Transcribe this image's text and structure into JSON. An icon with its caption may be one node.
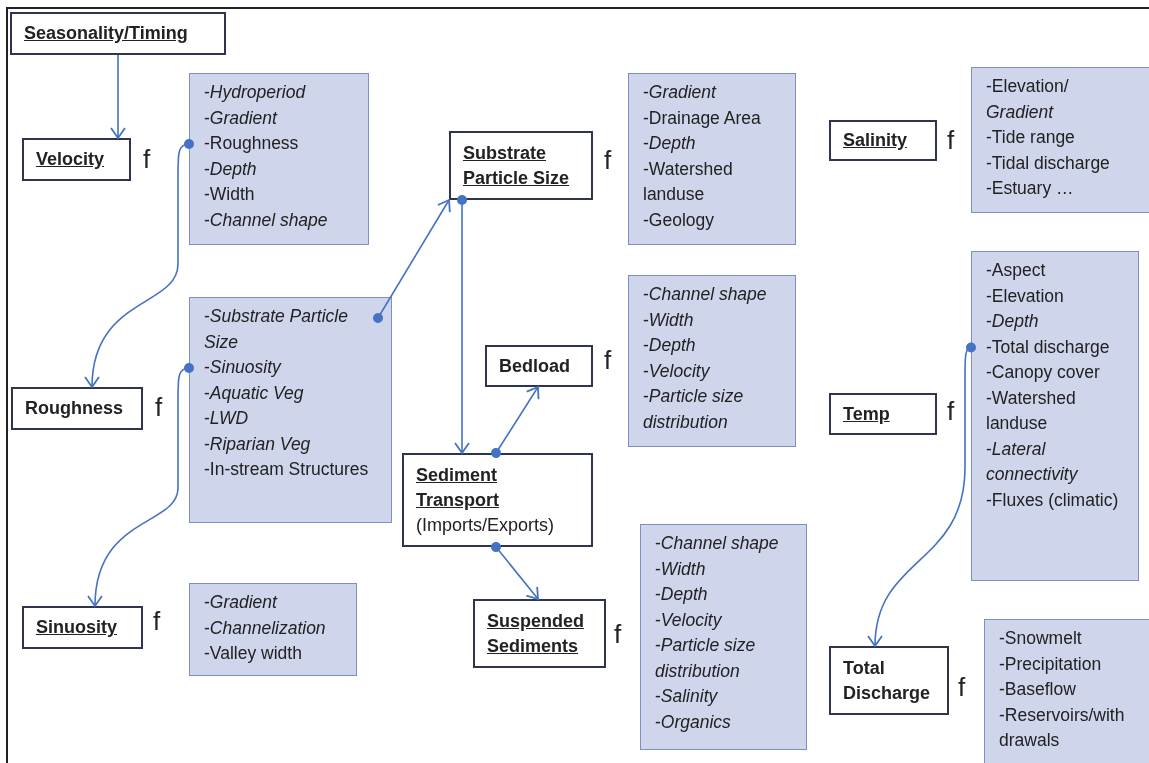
{
  "diagram": {
    "nodes": [
      {
        "text": [
          "Seasonality/Timing"
        ]
      },
      {
        "text": [
          "Velocity"
        ],
        "beside": [
          "f"
        ]
      },
      {
        "text": [
          "-*Hydroperiod*",
          "-*Gradient*",
          "-Roughness",
          "-*Depth*",
          "-Width",
          "-*Channel shape*"
        ]
      },
      {
        "text": [
          "Roughness"
        ],
        "beside": [
          "f"
        ]
      },
      {
        "text": [
          "-*Substrate Particle Size*",
          "-*Sinuosity*",
          "-*Aquatic Veg*",
          "-*LWD*",
          "-*Riparian Veg*",
          "-In-stream Structures"
        ]
      },
      {
        "text": [
          "Sinuosity"
        ],
        "beside": [
          "f"
        ]
      },
      {
        "text": [
          "-*Gradient*",
          "-*Channelization*",
          "-Valley width"
        ]
      },
      {
        "text": [
          "Substrate Particle Size"
        ],
        "beside": [
          "f"
        ]
      },
      {
        "text": [
          "-*Gradient*",
          "-Drainage Area",
          "-*Depth*",
          "-Watershed landuse",
          "-Geology"
        ]
      },
      {
        "text": [
          "Bedload"
        ],
        "beside": [
          "f"
        ]
      },
      {
        "text": [
          "-*Channel shape*",
          "-*Width*",
          "-*Depth*",
          "-*Velocity*",
          "-*Particle size distribution*"
        ]
      },
      {
        "text": [
          "Sediment Transport",
          "(Imports/Exports)"
        ]
      },
      {
        "text": [
          "Suspended Sediments"
        ],
        "beside": [
          "f"
        ]
      },
      {
        "text": [
          "-*Channel shape*",
          "-*Width*",
          "-*Depth*",
          "-*Velocity*",
          "-*Particle size distribution*",
          "-*Salinity*",
          "-*Organics*"
        ]
      },
      {
        "text": [
          "Salinity"
        ],
        "beside": [
          "f"
        ]
      },
      {
        "text": [
          "-Elevation/ *Gradient*",
          "-Tide range",
          "-Tidal discharge",
          "-Estuary …"
        ]
      },
      {
        "text": [
          "Temp"
        ],
        "beside": [
          "f"
        ]
      },
      {
        "text": [
          "-Aspect",
          "-Elevation",
          "-*Depth*",
          "-Total discharge",
          "-Canopy cover",
          "-Watershed landuse",
          "-*Lateral connectivity*",
          "-Fluxes (climatic)"
        ]
      },
      {
        "text": [
          "Total Discharge"
        ],
        "beside": [
          "f"
        ]
      },
      {
        "text": [
          "-Snowmelt",
          "-Precipitation",
          "-Baseflow",
          "-Reservoirs/with drawals"
        ]
      }
    ],
    "edges": [
      {
        "from": 0,
        "to": 1,
        "arrow": "to"
      },
      {
        "from": 2,
        "to": 3,
        "arrow": "to"
      },
      {
        "from": 4,
        "to": 7,
        "arrow": "to"
      },
      {
        "from": 4,
        "to": 5,
        "arrow": "to"
      },
      {
        "from": 7,
        "to": 11,
        "arrow": "to"
      },
      {
        "from": 11,
        "to": 9,
        "arrow": "to"
      },
      {
        "from": 11,
        "to": 12,
        "arrow": "to"
      },
      {
        "from": 17,
        "to": 18,
        "arrow": "to"
      }
    ]
  }
}
